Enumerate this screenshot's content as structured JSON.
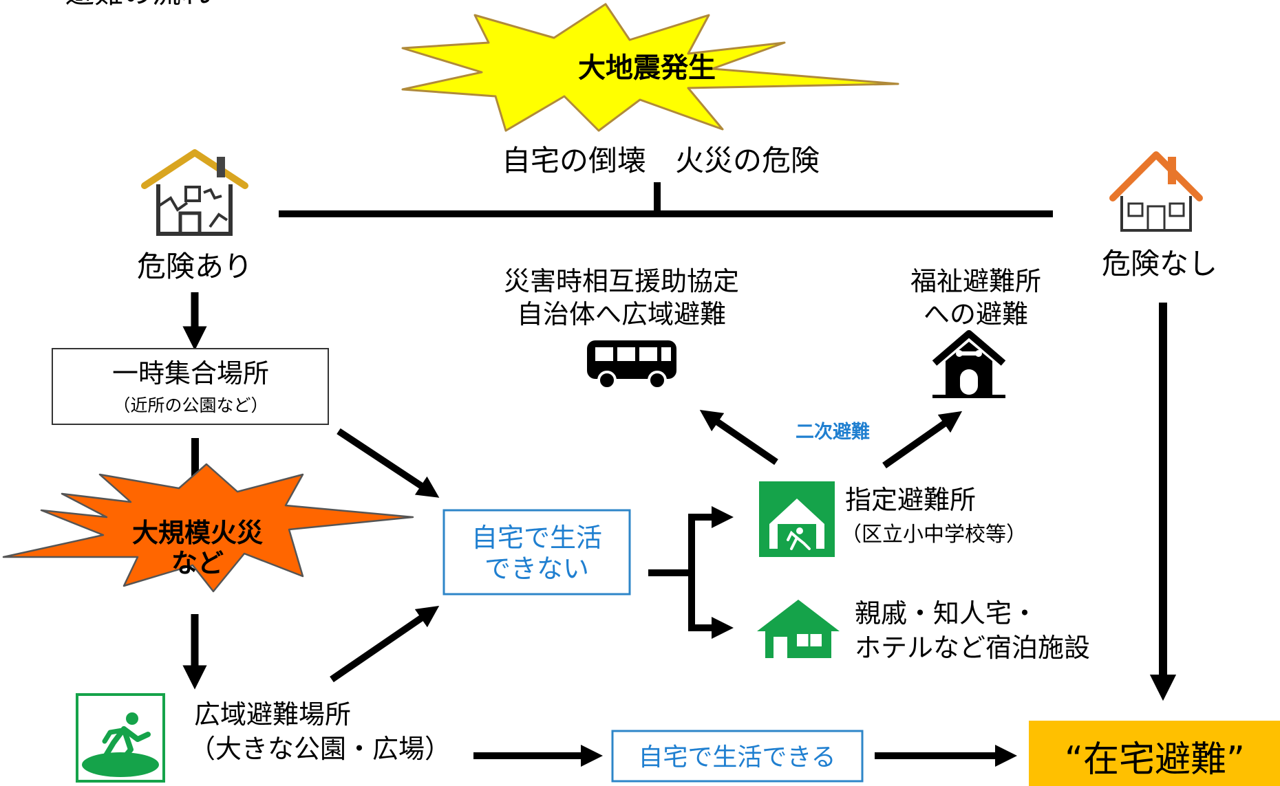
{
  "title": "避難の流れ",
  "earthquake": "大地震発生",
  "risk_caption": "自宅の倒壊　火災の危険",
  "danger_yes": "危険あり",
  "danger_no": "危険なし",
  "temp_gathering": {
    "line1": "一時集合場所",
    "line2": "（近所の公園など）"
  },
  "large_fire": {
    "line1": "大規模火災",
    "line2": "など"
  },
  "cannot_live": {
    "line1": "自宅で生活",
    "line2": "できない"
  },
  "can_live": "自宅で生活できる",
  "wide_area_site": {
    "line1": "広域避難場所",
    "line2": "（大きな公園・広場）"
  },
  "designated_shelter": {
    "line1": "指定避難所",
    "line2": "（区立小中学校等）"
  },
  "relatives": {
    "line1": "親戚・知人宅・",
    "line2": "ホテルなど宿泊施設"
  },
  "mutual_aid": {
    "line1": "災害時相互援助協定",
    "line2": "自治体へ広域避難"
  },
  "welfare_shelter": {
    "line1": "福祉避難所",
    "line2": "への避難"
  },
  "secondary_evac": "二次避難",
  "home_evac": "“在宅避難”",
  "colors": {
    "burst_yellow": "#ffff00",
    "burst_stroke": "#b08a3a",
    "fire_orange": "#ff6600",
    "box_blue": "#2e86c8",
    "label_blue": "#1f7fd0",
    "green": "#15a34a",
    "roof_orange": "#e8762b",
    "roof_gold": "#d9a520",
    "home_evac_bg": "#ffc000"
  }
}
